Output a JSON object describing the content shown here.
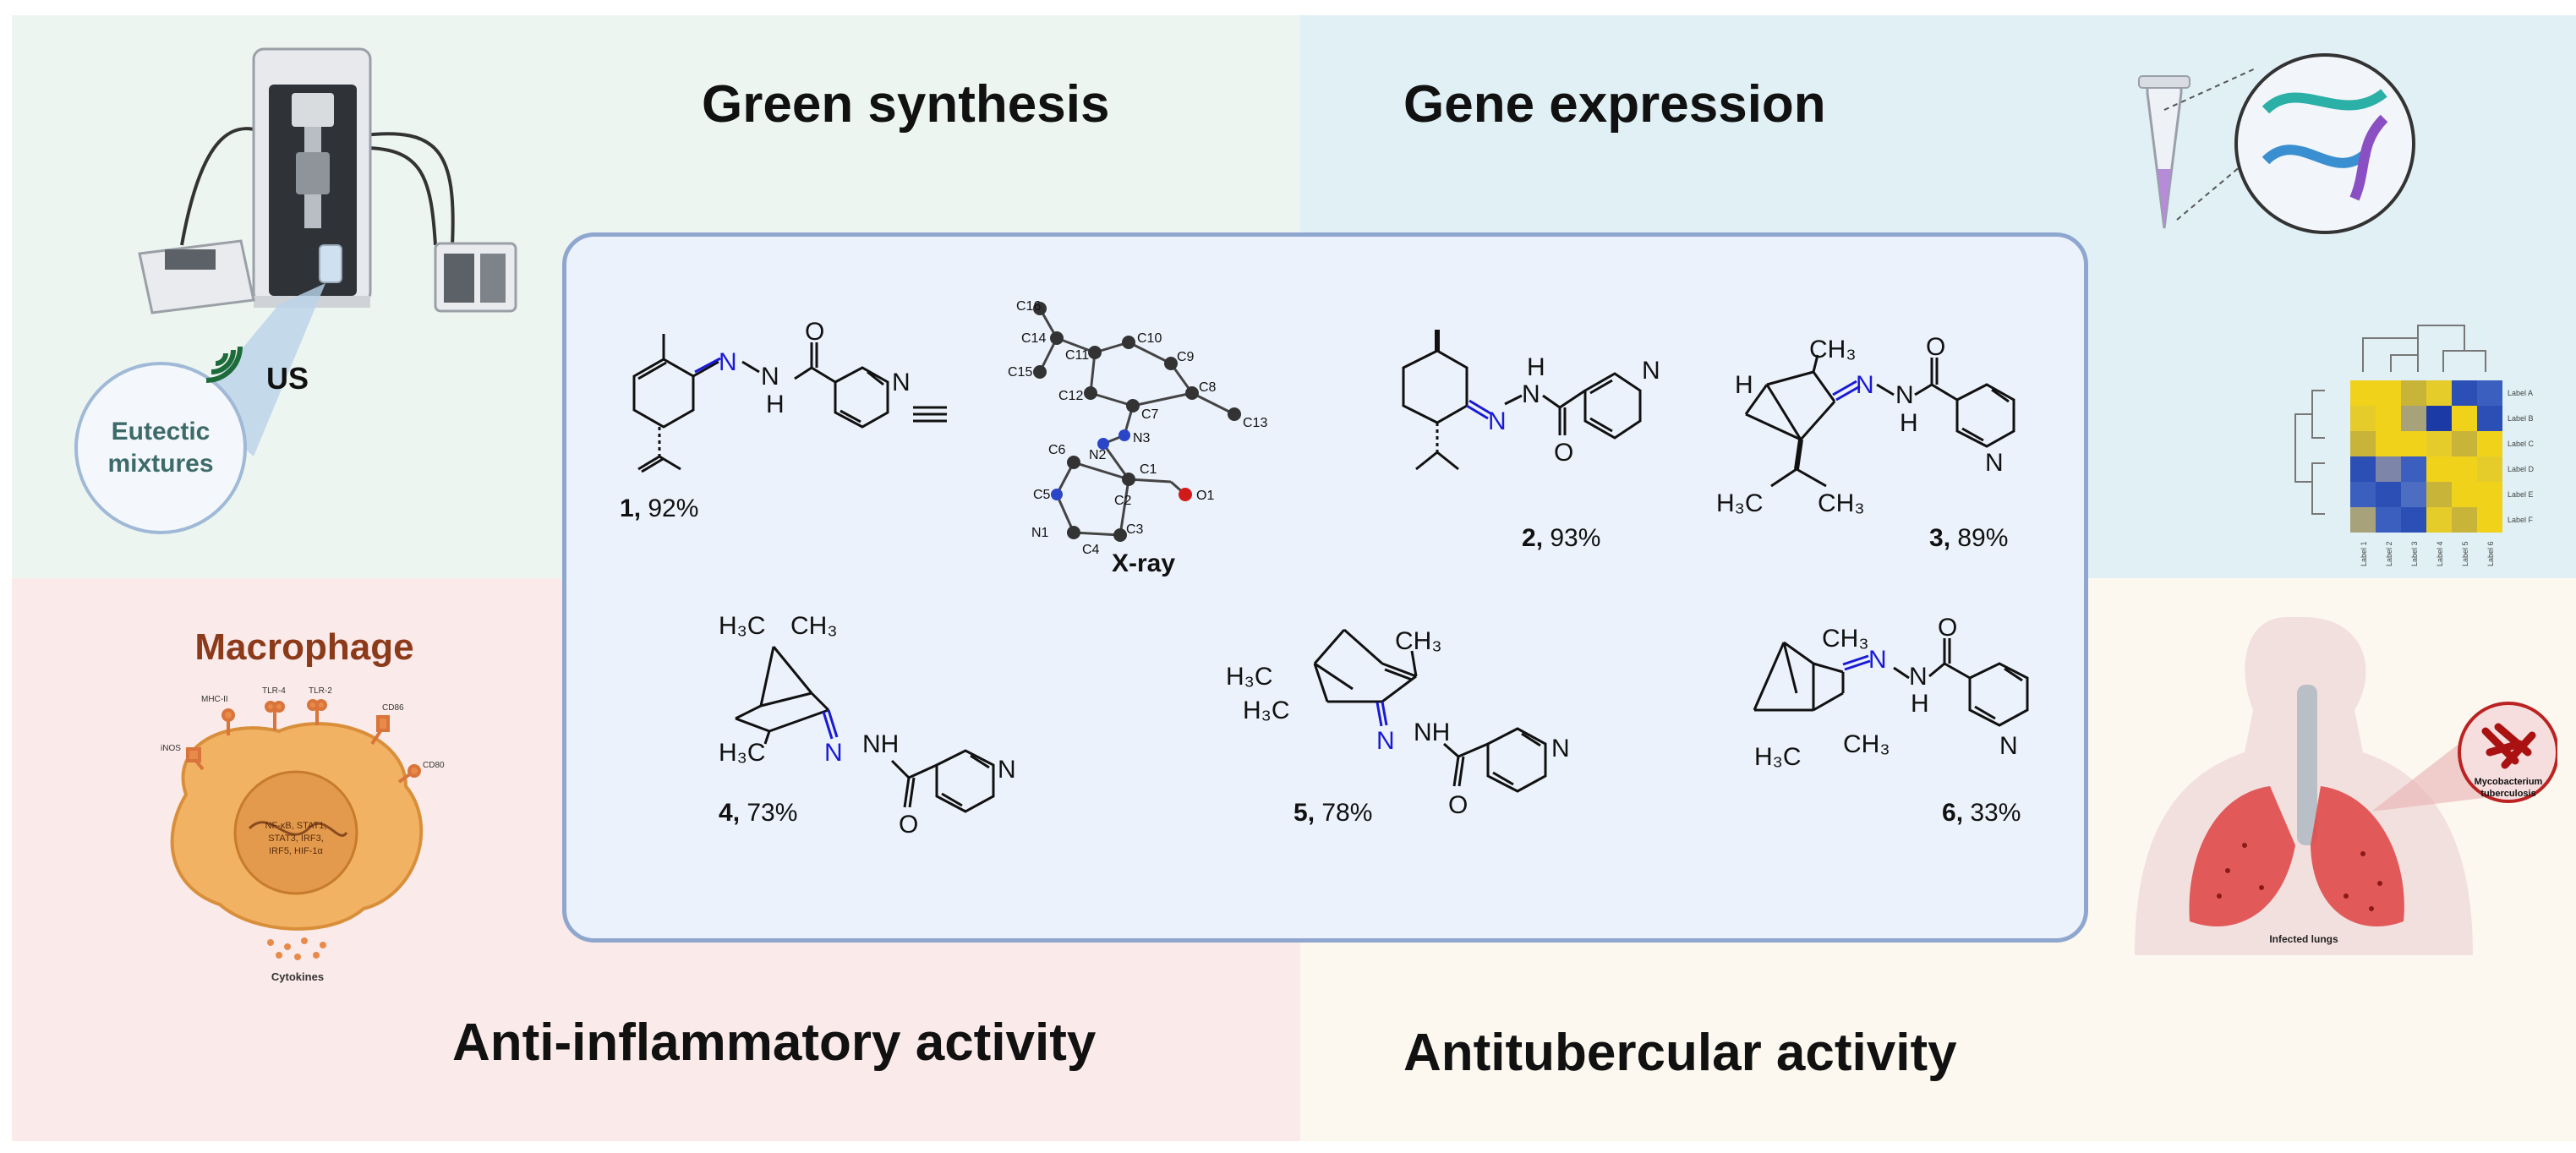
{
  "quadrants": {
    "green_synthesis": "Green synthesis",
    "gene_expression": "Gene expression",
    "anti_inflammatory": "Anti-inflammatory activity",
    "antitubercular": "Antitubercular activity"
  },
  "synthesis": {
    "us_label": "US",
    "eutectic_line1": "Eutectic",
    "eutectic_line2": "mixtures"
  },
  "macrophage": {
    "title": "Macrophage",
    "receptors": [
      "MHC-II",
      "TLR-4",
      "TLR-2",
      "CD86",
      "iNOS",
      "CD80"
    ],
    "nucleus_text": [
      "NF-κB, STAT1,",
      "STAT3, IRF3,",
      "IRF5, HIF-1α"
    ],
    "cytokines": "Cytokines"
  },
  "lungs": {
    "pathogen_line1": "Mycobacterium",
    "pathogen_line2": "tuberculosis",
    "caption": "Infected lungs"
  },
  "heatmap": {
    "row_labels": [
      "Label A",
      "Label B",
      "Label C",
      "Label D",
      "Label E",
      "Label F"
    ],
    "col_labels": [
      "Label 1",
      "Label 2",
      "Label 3",
      "Label 4",
      "Label 5",
      "Label 6"
    ]
  },
  "xray": {
    "label": "X-ray",
    "atoms": [
      "C16",
      "C14",
      "C11",
      "C10",
      "C9",
      "C15",
      "C12",
      "C8",
      "C7",
      "C13",
      "N2",
      "N3",
      "C6",
      "C1",
      "C5",
      "C2",
      "O1",
      "N1",
      "C3",
      "C4"
    ]
  },
  "compounds": [
    {
      "num": "1",
      "yield": "92%"
    },
    {
      "num": "2",
      "yield": "93%"
    },
    {
      "num": "3",
      "yield": "89%"
    },
    {
      "num": "4",
      "yield": "73%"
    },
    {
      "num": "5",
      "yield": "78%"
    },
    {
      "num": "6",
      "yield": "33%"
    }
  ],
  "atoms": {
    "N": "N",
    "H": "H",
    "O": "O",
    "NH": "NH",
    "CH3": "CH₃",
    "H3C": "H₃C"
  },
  "colors": {
    "hydrazone_n": "#1a1ad6",
    "oxygen_red": "#d21a1a",
    "box_border": "#8fa6cf"
  }
}
